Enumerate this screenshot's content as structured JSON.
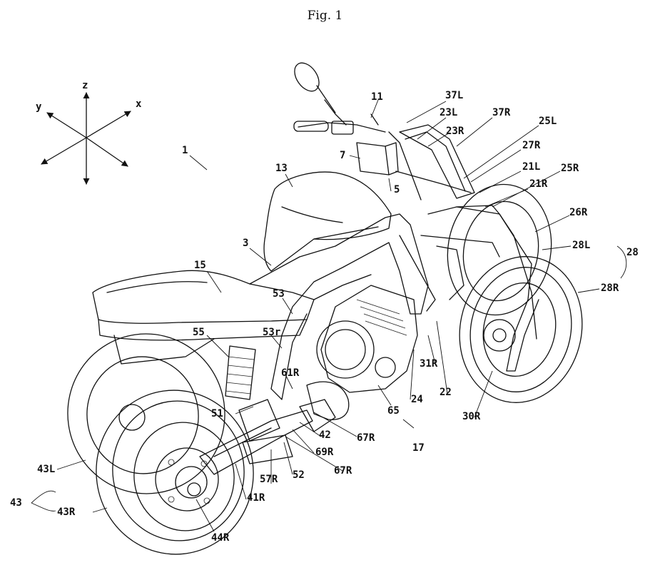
{
  "figure": {
    "title": "Fig. 1"
  },
  "axes": {
    "x": "x",
    "y": "y",
    "z": "z"
  },
  "labels": {
    "l1": "1",
    "l3": "3",
    "l5": "5",
    "l7": "7",
    "l11": "11",
    "l13": "13",
    "l15": "15",
    "l17": "17",
    "l21L": "21L",
    "l21R": "21R",
    "l22": "22",
    "l23L": "23L",
    "l23R": "23R",
    "l24": "24",
    "l25L": "25L",
    "l25R": "25R",
    "l26R": "26R",
    "l27R": "27R",
    "l28": "28",
    "l28L": "28L",
    "l28R": "28R",
    "l30R": "30R",
    "l31R": "31R",
    "l37L": "37L",
    "l37R": "37R",
    "l41R": "41R",
    "l42": "42",
    "l43": "43",
    "l43L": "43L",
    "l43R": "43R",
    "l44R": "44R",
    "l51": "51",
    "l52": "52",
    "l53": "53",
    "l53r": "53r",
    "l55": "55",
    "l57R": "57R",
    "l61R": "61R",
    "l65": "65",
    "l67R_a": "67R",
    "l67R_b": "67R",
    "l69R": "69R"
  }
}
